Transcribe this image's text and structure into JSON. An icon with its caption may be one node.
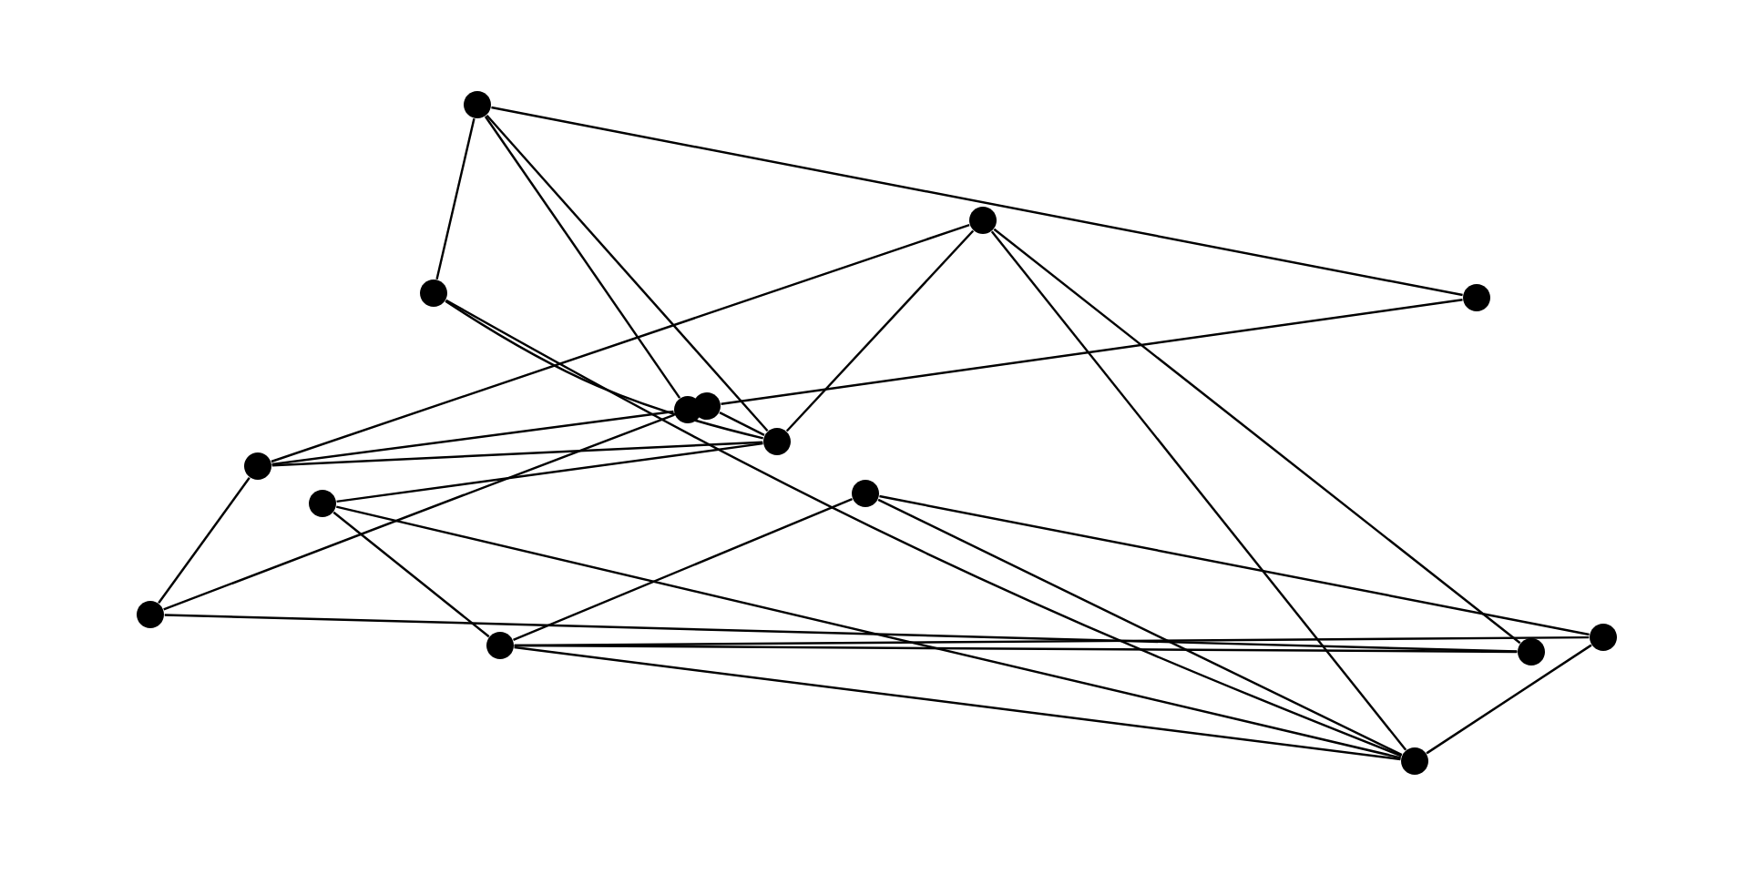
{
  "diagram": {
    "nodes": [
      {
        "text": [],
        "shape": "circle"
      },
      {
        "text": [],
        "shape": "circle"
      },
      {
        "text": [],
        "shape": "circle"
      },
      {
        "text": [],
        "shape": "circle"
      },
      {
        "text": [],
        "shape": "circle"
      },
      {
        "text": [],
        "shape": "circle"
      },
      {
        "text": [],
        "shape": "circle"
      },
      {
        "text": [],
        "shape": "circle"
      },
      {
        "text": [],
        "shape": "circle"
      },
      {
        "text": [],
        "shape": "circle"
      },
      {
        "text": [],
        "shape": "circle"
      },
      {
        "text": [],
        "shape": "circle"
      },
      {
        "text": [],
        "shape": "circle"
      },
      {
        "text": [],
        "shape": "circle"
      },
      {
        "text": [],
        "shape": "circle"
      }
    ],
    "edges": [
      {
        "from": 0,
        "to": 2,
        "arrow": "none"
      },
      {
        "from": 0,
        "to": 3,
        "arrow": "none"
      },
      {
        "from": 0,
        "to": 4,
        "arrow": "none"
      },
      {
        "from": 0,
        "to": 6,
        "arrow": "none"
      },
      {
        "from": 1,
        "to": 7,
        "arrow": "none"
      },
      {
        "from": 1,
        "to": 6,
        "arrow": "none"
      },
      {
        "from": 1,
        "to": 14,
        "arrow": "none"
      },
      {
        "from": 1,
        "to": 12,
        "arrow": "none"
      },
      {
        "from": 2,
        "to": 5,
        "arrow": "none"
      },
      {
        "from": 3,
        "to": 6,
        "arrow": "none"
      },
      {
        "from": 3,
        "to": 14,
        "arrow": "none"
      },
      {
        "from": 5,
        "to": 6,
        "arrow": "none"
      },
      {
        "from": 4,
        "to": 7,
        "arrow": "none"
      },
      {
        "from": 6,
        "to": 7,
        "arrow": "none"
      },
      {
        "from": 4,
        "to": 10,
        "arrow": "none"
      },
      {
        "from": 6,
        "to": 8,
        "arrow": "none"
      },
      {
        "from": 7,
        "to": 10,
        "arrow": "none"
      },
      {
        "from": 8,
        "to": 11,
        "arrow": "none"
      },
      {
        "from": 8,
        "to": 14,
        "arrow": "none"
      },
      {
        "from": 9,
        "to": 11,
        "arrow": "none"
      },
      {
        "from": 9,
        "to": 14,
        "arrow": "none"
      },
      {
        "from": 9,
        "to": 13,
        "arrow": "none"
      },
      {
        "from": 10,
        "to": 12,
        "arrow": "none"
      },
      {
        "from": 11,
        "to": 13,
        "arrow": "none"
      },
      {
        "from": 11,
        "to": 12,
        "arrow": "none"
      },
      {
        "from": 11,
        "to": 14,
        "arrow": "none"
      },
      {
        "from": 13,
        "to": 14,
        "arrow": "none"
      }
    ]
  }
}
